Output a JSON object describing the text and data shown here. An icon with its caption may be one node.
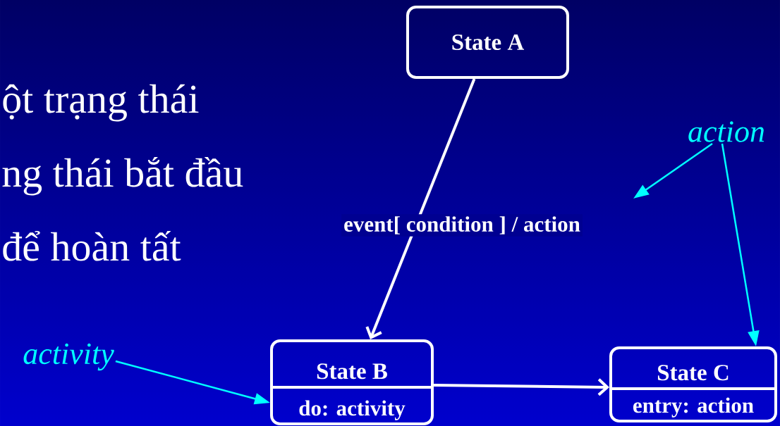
{
  "diagram": {
    "nodes": [
      {
        "text": [
          "State A"
        ]
      },
      {
        "text": [
          "State B",
          "do: activity"
        ]
      },
      {
        "text": [
          "State C",
          "entry: action"
        ]
      },
      {
        "text": [
          "activity"
        ]
      },
      {
        "text": [
          "action"
        ]
      }
    ],
    "edges": [
      {
        "from": 0,
        "to": 1,
        "arrow": "to",
        "label": "event[ condition ] / action",
        "color": "#ffffff"
      },
      {
        "from": 1,
        "to": 2,
        "arrow": "to",
        "color": "#ffffff"
      },
      {
        "from": 3,
        "to": 1,
        "arrow": "to",
        "color": "#00ffff"
      },
      {
        "from": 4,
        "to": null,
        "arrow": "to",
        "color": "#00ffff"
      },
      {
        "from": 4,
        "to": 2,
        "arrow": "to",
        "color": "#00ffff"
      }
    ],
    "labels": [
      "ột trạng thái",
      "ng thái bắt đầu",
      "để hoàn tất"
    ]
  }
}
